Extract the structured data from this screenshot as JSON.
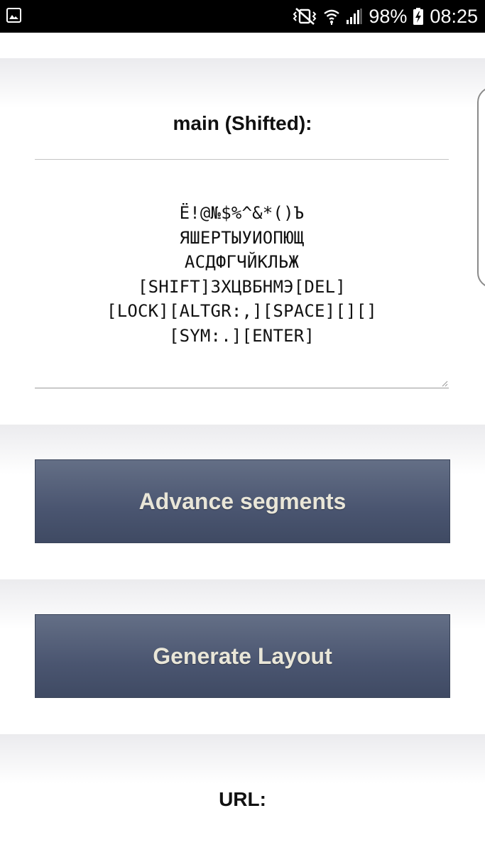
{
  "status_bar": {
    "battery_percent": "98%",
    "time": "08:25",
    "icons": [
      "gallery-icon",
      "vibrate-muted-icon",
      "wifi-icon",
      "signal-icon",
      "battery-charging-icon"
    ]
  },
  "main_section": {
    "heading": "main (Shifted):",
    "layout_lines": [
      "Ё!@№$%^&*()Ъ",
      "ЯШЕРТЫУИОПЮЩ",
      "АСДФГЧЙКЛЬЖ",
      "[SHIFT]ЗХЦВБНМЭ[DEL]",
      "[LOCK][ALTGR:,][SPACE][][]",
      "[SYM:.][ENTER]"
    ]
  },
  "buttons": {
    "advance": "Advance segments",
    "generate": "Generate Layout"
  },
  "url_section": {
    "heading": "URL:"
  },
  "colors": {
    "button_top": "#646f86",
    "button_bottom": "#3f4a63",
    "button_text": "#e9e6d8"
  }
}
